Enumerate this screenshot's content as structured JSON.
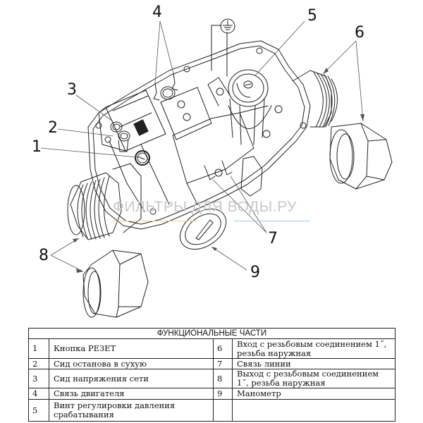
{
  "diagram": {
    "callouts": [
      {
        "id": "1",
        "label": "1"
      },
      {
        "id": "2",
        "label": "2"
      },
      {
        "id": "3",
        "label": "3"
      },
      {
        "id": "4",
        "label": "4"
      },
      {
        "id": "5",
        "label": "5"
      },
      {
        "id": "6",
        "label": "6"
      },
      {
        "id": "7",
        "label": "7"
      },
      {
        "id": "8",
        "label": "8"
      },
      {
        "id": "9",
        "label": "9"
      }
    ],
    "ground_symbol": "ground-icon",
    "watermark": "ФИЛЬТРЫ ДЛЯ ВОДЫ.РУ",
    "colors": {
      "line": "#222222",
      "watermark_text": "#c9c9c9",
      "watermark_underline_left": "#f3c9a0",
      "watermark_underline_right": "#a9c3e4"
    }
  },
  "table": {
    "title": "ФУНКЦИОНАЛЬНЫЕ ЧАСТИ",
    "rows": [
      {
        "n1": "1",
        "t1": "Кнопка РЕЗЕТ",
        "n2": "6",
        "t2": "Вход с резьбовым соединением 1˝, резьба наружная"
      },
      {
        "n1": "2",
        "t1": "Сид останова в сухую",
        "n2": "7",
        "t2": "Связь линии"
      },
      {
        "n1": "3",
        "t1": "Сид напряжения сети",
        "n2": "8",
        "t2": "Выход с резьбовым соединением 1˝, резьба наружная"
      },
      {
        "n1": "4",
        "t1": "Связь двигателя",
        "n2": "9",
        "t2": "Манометр"
      },
      {
        "n1": "5",
        "t1": "Винт регулировки давления срабатывания",
        "n2": "",
        "t2": ""
      }
    ]
  }
}
